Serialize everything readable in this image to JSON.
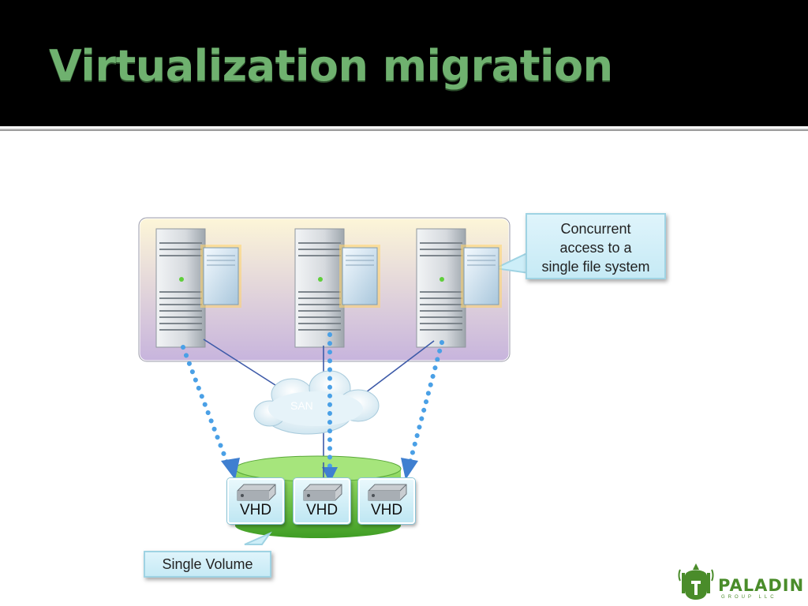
{
  "slide": {
    "title": "Virtualization migration"
  },
  "diagram": {
    "callout_concurrent": [
      "Concurrent",
      "access to a",
      "single file system"
    ],
    "callout_volume": "Single Volume",
    "san_label": "SAN",
    "vhd_label": "VHD",
    "servers_count": 3,
    "colors": {
      "host_panel_top": "#fdf6d8",
      "host_panel_bottom": "#c7b4dd",
      "dotted_arrow": "#4aa0e6",
      "volume_green": "#6cc43d",
      "accent_title": "#6fb16f"
    }
  },
  "logo": {
    "name": "PALADIN",
    "sub": "GROUP LLC",
    "icon": "helmet-icon"
  }
}
